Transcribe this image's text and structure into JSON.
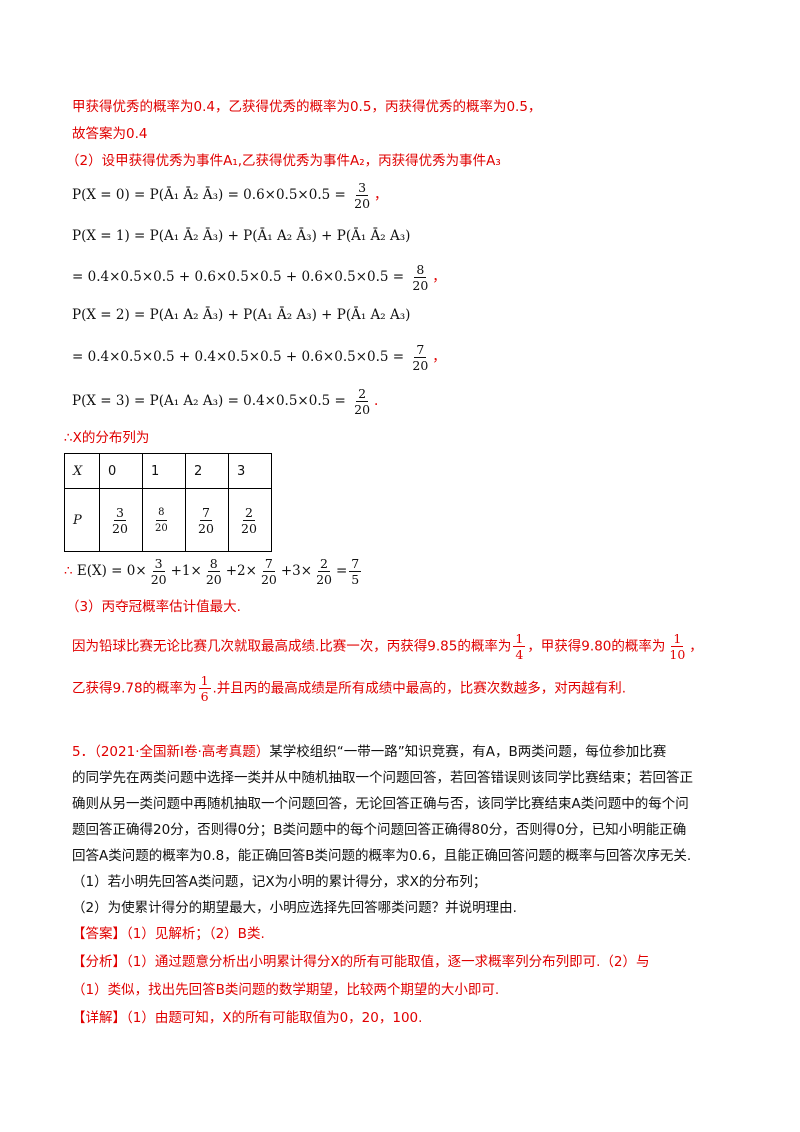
{
  "l1": "甲获得优秀的概率为0.4，乙获得优秀的概率为0.5，丙获得优秀的概率为0.5，",
  "l2": "故答案为0.4",
  "l3": "（2）设甲获得优秀为事件A₁,乙获得优秀为事件A₂，丙获得优秀为事件A₃",
  "eq": {
    "p0": "P(X = 0) = P(Ā₁ Ā₂ Ā₃) = 0.6×0.5×0.5 =",
    "p0_num": "3",
    "p0_den": "20",
    "p0_end": "，",
    "p1": "P(X = 1) = P(A₁ Ā₂ Ā₃) + P(Ā₁ A₂ Ā₃) + P(Ā₁ Ā₂ A₃)",
    "p1b": "= 0.4×0.5×0.5 + 0.6×0.5×0.5 + 0.6×0.5×0.5 =",
    "p1_num": "8",
    "p1_den": "20",
    "p1_end": "，",
    "p2": "P(X = 2) = P(A₁ A₂ Ā₃) + P(A₁ Ā₂ A₃) + P(Ā₁ A₂ A₃)",
    "p2b": "= 0.4×0.5×0.5 + 0.4×0.5×0.5 + 0.6×0.5×0.5 =",
    "p2_num": "7",
    "p2_den": "20",
    "p2_end": "，",
    "p3": "P(X = 3) = P(A₁ A₂ A₃) = 0.4×0.5×0.5 =",
    "p3_num": "2",
    "p3_den": "20",
    "p3_end": "."
  },
  "dist_label": "∴X的分布列为",
  "table": {
    "row1": [
      "X",
      "0",
      "1",
      "2",
      "3"
    ],
    "row2_label": "P",
    "row2": [
      [
        "3",
        "20"
      ],
      [
        "8",
        "20"
      ],
      [
        "7",
        "20"
      ],
      [
        "2",
        "20"
      ]
    ]
  },
  "ex": {
    "pre": "∴",
    "lhs": "E(X) = 0×",
    "t1": [
      "3",
      "20"
    ],
    "m1": "+1×",
    "t2": [
      "8",
      "20"
    ],
    "m2": "+2×",
    "t3": [
      "7",
      "20"
    ],
    "m3": "+3×",
    "t4": [
      "2",
      "20"
    ],
    "eq": "=",
    "res": [
      "7",
      "5"
    ]
  },
  "l4": "（3）丙夺冠概率估计值最大.",
  "l5a": "因为铅球比赛无论比赛几次就取最高成绩.比赛一次，丙获得9.85的概率为",
  "l5_f1": [
    "1",
    "4"
  ],
  "l5b": "，甲获得9.80的概率为",
  "l5_f2": [
    "1",
    "10"
  ],
  "l5c": "，",
  "l6a": "乙获得9.78的概率为",
  "l6_f": [
    "1",
    "6"
  ],
  "l6b": ".并且丙的最高成绩是所有成绩中最高的，比赛次数越多，对丙越有利.",
  "q": {
    "num": "5．",
    "src": "（2021·全国新Ⅰ卷·高考真题）",
    "t1": "某学校组织“一带一路”知识竞赛，有A，B两类问题，每位参加比赛",
    "t2": "的同学先在两类问题中选择一类并从中随机抽取一个问题回答，若回答错误则该同学比赛结束；若回答正",
    "t3": "确则从另一类问题中再随机抽取一个问题回答，无论回答正确与否，该同学比赛结束A类问题中的每个问",
    "t4": "题回答正确得20分，否则得0分；B类问题中的每个问题回答正确得80分，否则得0分，已知小明能正确",
    "t5": "回答A类问题的概率为0.8，能正确回答B类问题的概率为0.6，且能正确回答问题的概率与回答次序无关.",
    "t6": "（1）若小明先回答A类问题，记X为小明的累计得分，求X的分布列；",
    "t7": "（2）为使累计得分的期望最大，小明应选择先回答哪类问题？并说明理由."
  },
  "ans": {
    "tag": "【答案】",
    "body": "（1）见解析；（2）B类."
  },
  "ana": {
    "tag": "【分析】",
    "body1": "（1）通过题意分析出小明累计得分X的所有可能取值，逐一求概率列分布列即可.（2）与",
    "body2": "（1）类似，找出先回答B类问题的数学期望，比较两个期望的大小即可."
  },
  "det": {
    "tag": "【详解】",
    "body": "（1）由题可知，X的所有可能取值为0，20，100."
  }
}
